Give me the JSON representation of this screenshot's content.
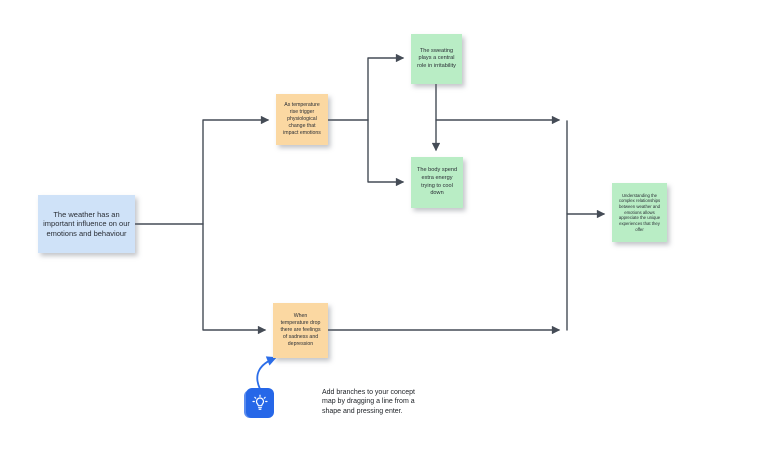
{
  "canvas": {
    "background": "#ffffff"
  },
  "concept_map": {
    "connector_color": "#454c56",
    "nodes": [
      {
        "id": "weather-root",
        "color": "#cfe2f8",
        "text": "The weather has an important influence on our emotions and behaviour"
      },
      {
        "id": "temperature-rise",
        "color": "#fbd8a2",
        "text": "As temperature rise trigger physiological change that impact emotions"
      },
      {
        "id": "sweating",
        "color": "#b9edc5",
        "text": "The sweating plays a central role in irritability"
      },
      {
        "id": "cool-down",
        "color": "#b9edc5",
        "text": "The body spend extra energy trying to cool down"
      },
      {
        "id": "temperature-drop",
        "color": "#fbd8a2",
        "text": "When temperature drop there are feelings of sadness and depression"
      },
      {
        "id": "understanding",
        "color": "#b9edc5",
        "text": "Understanding the complex relationships between weather and emotions allows appreciate the unique experiences that they offer"
      }
    ],
    "connections": [
      {
        "from": "weather-root",
        "to": "temperature-rise"
      },
      {
        "from": "weather-root",
        "to": "temperature-drop"
      },
      {
        "from": "temperature-rise",
        "to": "sweating"
      },
      {
        "from": "temperature-rise",
        "to": "cool-down"
      },
      {
        "from": "sweating",
        "to": "cool-down"
      },
      {
        "from": "sweating",
        "to": "understanding"
      },
      {
        "from": "temperature-drop",
        "to": "understanding"
      }
    ]
  },
  "hint": {
    "icon": "lightbulb-icon",
    "icon_color": "#2667e8",
    "arrow_color": "#2b6de8",
    "text": "Add branches to your concept map by dragging a line from a shape and pressing enter."
  }
}
